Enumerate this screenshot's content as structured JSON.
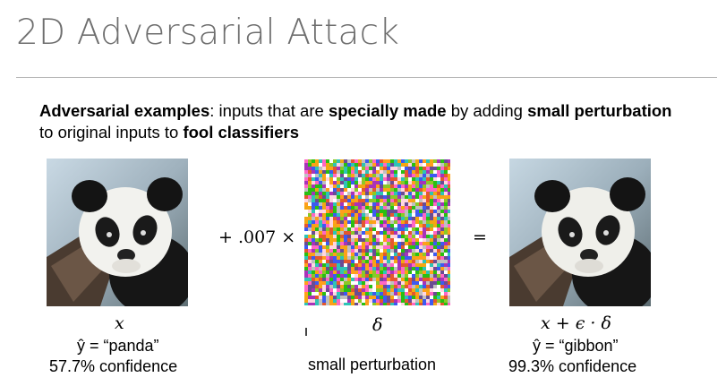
{
  "slide": {
    "title": "2D Adversarial Attack",
    "intro": {
      "term": "Adversarial examples",
      "t1": ": inputs that are ",
      "b1": "specially made",
      "t2": " by adding ",
      "b2": "small perturbation",
      "t3": " to original inputs to ",
      "b3": "fool classifiers"
    }
  },
  "figure": {
    "operator_scale": "+ .007 ×",
    "operator_equals": "=",
    "left": {
      "symbol": "x",
      "pred": "ŷ = “panda”",
      "confidence": "57.7% confidence"
    },
    "middle": {
      "symbol": "δ",
      "caption": "small perturbation"
    },
    "right": {
      "symbol": "x + ϵ · δ",
      "pred": "ŷ = “gibbon”",
      "confidence": "99.3% confidence"
    },
    "icons": {
      "panda": "panda-photo-icon",
      "noise": "noise-pattern-icon"
    }
  }
}
